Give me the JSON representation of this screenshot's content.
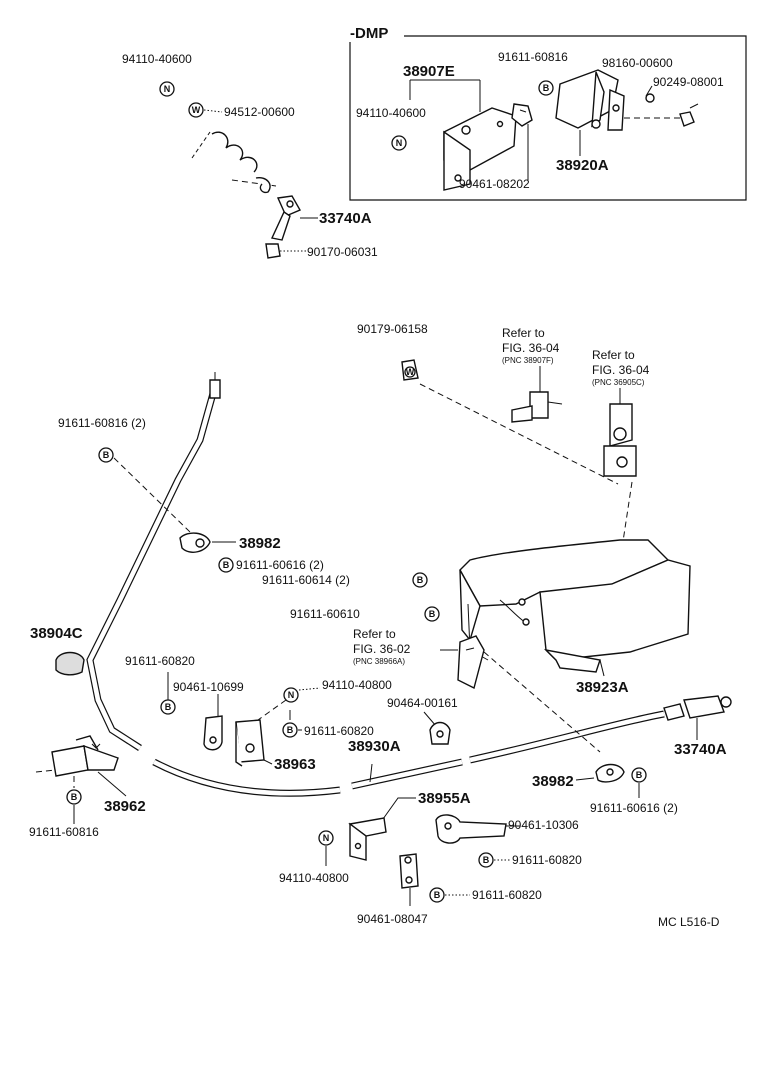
{
  "dmp": {
    "title": "-DMP",
    "labels": {
      "bracket": "38907E",
      "bolt_a": "94110-40600",
      "bolt_b": "91611-60816",
      "nut": "98160-00600",
      "bolt_c": "90249-08001",
      "clip": "90461-08202",
      "bracket2": "38920A"
    },
    "badges": {
      "bolt_a": "N",
      "bolt_b": "B"
    }
  },
  "top_left": {
    "labels": {
      "nut": "94110-40600",
      "washer": "94512-00600",
      "end": "33740A",
      "clip": "90170-06031"
    },
    "badges": {
      "nut": "N",
      "washer": "W"
    }
  },
  "refs": {
    "ref1": {
      "line1": "Refer to",
      "line2": "FIG. 36-04",
      "pnc": "(PNC 38907F)"
    },
    "ref2": {
      "line1": "Refer to",
      "line2": "FIG. 36-04",
      "pnc": "(PNC 36905C)"
    },
    "ref3": {
      "line1": "Refer to",
      "line2": "FIG. 36-02",
      "pnc": "(PNC 38966A)"
    }
  },
  "main": {
    "labels": {
      "grommet": "90179-06158",
      "bolt_cable_top": "91611-60816 (2)",
      "clamp_top": "38982",
      "bolt_616": "91611-60616 (2)",
      "bolt_614": "91611-60614 (2)",
      "bolt_610": "91611-60610",
      "grommet_left": "38904C",
      "bolt_820_left": "91611-60820",
      "clip_10699": "90461-10699",
      "nut_40800": "94110-40800",
      "bolt_820_mid": "91611-60820",
      "bracket_38963": "38963",
      "clamp_00161": "90464-00161",
      "cable": "38930A",
      "cover": "38923A",
      "end_right": "33740A",
      "clamp_right": "38982",
      "bolt_right": "91611-60616 (2)",
      "bracket_38962": "38962",
      "bolt_bottom_left": "91611-60816",
      "bracket_38955": "38955A",
      "clip_10306": "90461-10306",
      "bolt_820_b1": "91611-60820",
      "bolt_820_b2": "91611-60820",
      "nut_bottom": "94110-40800",
      "clip_08047": "90461-08047"
    },
    "badges": {
      "grommet": "W",
      "cable_top": "B",
      "b616": "B",
      "b614": "B",
      "b610": "B",
      "b820_left": "B",
      "n40800": "N",
      "b820_mid": "B",
      "bottom_left": "B",
      "right": "B",
      "nut_bottom": "N",
      "b820_b1": "B",
      "b820_b2": "B"
    }
  },
  "footer": {
    "code": "MC L516-D"
  }
}
